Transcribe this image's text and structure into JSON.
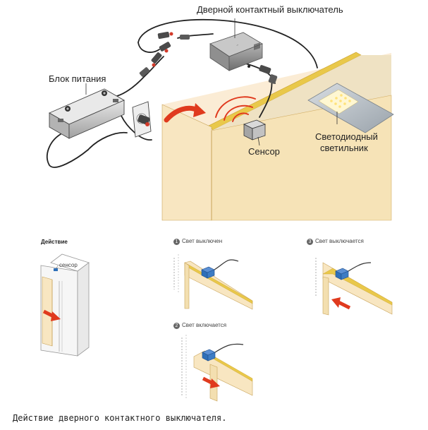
{
  "top_diagram": {
    "labels": {
      "door_switch": "Дверной контактный выключатель",
      "power_supply": "Блок питания",
      "sensor": "Сенсор",
      "led_lamp_line1": "Светодиодный",
      "led_lamp_line2": "светильник"
    }
  },
  "action_panel": {
    "title": "Действие",
    "sensor_label": "сенсор"
  },
  "steps": [
    {
      "number": "1",
      "label": "Свет выключен"
    },
    {
      "number": "2",
      "label": "Свет включается"
    },
    {
      "number": "3",
      "label": "Свет выключается"
    }
  ],
  "caption": "Действие дверного контактного выключателя.",
  "colors": {
    "cabinet_wood": "#f6e8c4",
    "cabinet_side": "#f0ddb0",
    "edge_yellow": "#e9c84a",
    "arrow_red": "#e03a1e",
    "sensor_blue": "#2e6fb8",
    "device_gray": "#8a8a8a",
    "wall": "#fbecd5"
  }
}
